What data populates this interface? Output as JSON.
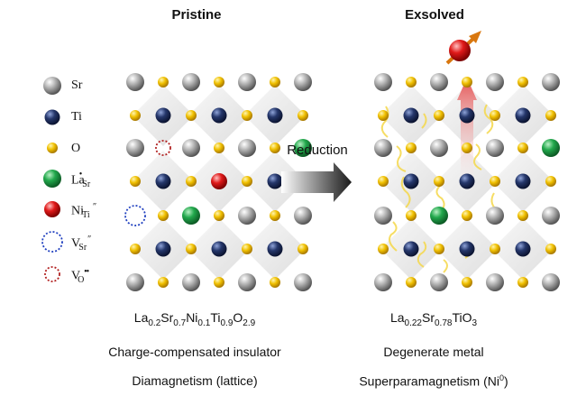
{
  "panels": {
    "left_title": "Pristine",
    "right_title": "Exsolved"
  },
  "arrow": {
    "label": "Reduction"
  },
  "legend": {
    "sr": "Sr",
    "ti": "Ti",
    "o": "O",
    "la_base": "La",
    "la_sub": "Sr",
    "la_sup": "•",
    "ni_base": "Ni",
    "ni_sub": "Ti",
    "ni_sup": "″",
    "vsr_base": "V",
    "vsr_sub": "Sr",
    "vsr_sup": "″",
    "vo_base": "V",
    "vo_sub": "O",
    "vo_sup": "••"
  },
  "left_text": {
    "formula": [
      {
        "t": "La",
        "s": "0.2"
      },
      {
        "t": "Sr",
        "s": "0.7"
      },
      {
        "t": "Ni",
        "s": "0.1"
      },
      {
        "t": "Ti",
        "s": "0.9"
      },
      {
        "t": "O",
        "s": "2.9"
      }
    ],
    "line2": "Charge-compensated insulator",
    "line3": "Diamagnetism (lattice)"
  },
  "right_text": {
    "formula": [
      {
        "t": "La",
        "s": "0.22"
      },
      {
        "t": "Sr",
        "s": "0.78"
      },
      {
        "t": "TiO",
        "s": "3"
      }
    ],
    "line2": "Degenerate metal",
    "line3_main": "Superparamagnetism (Ni",
    "line3_sup": "0",
    "line3_end": ")"
  },
  "colors": {
    "sr": "#9a9a9a",
    "ti": "#1f2f5e",
    "o": "#e8b400",
    "la": "#1fa34a",
    "ni": "#e01010",
    "vacancy_sr": "#1f3fbf",
    "vacancy_o": "#b22222"
  }
}
